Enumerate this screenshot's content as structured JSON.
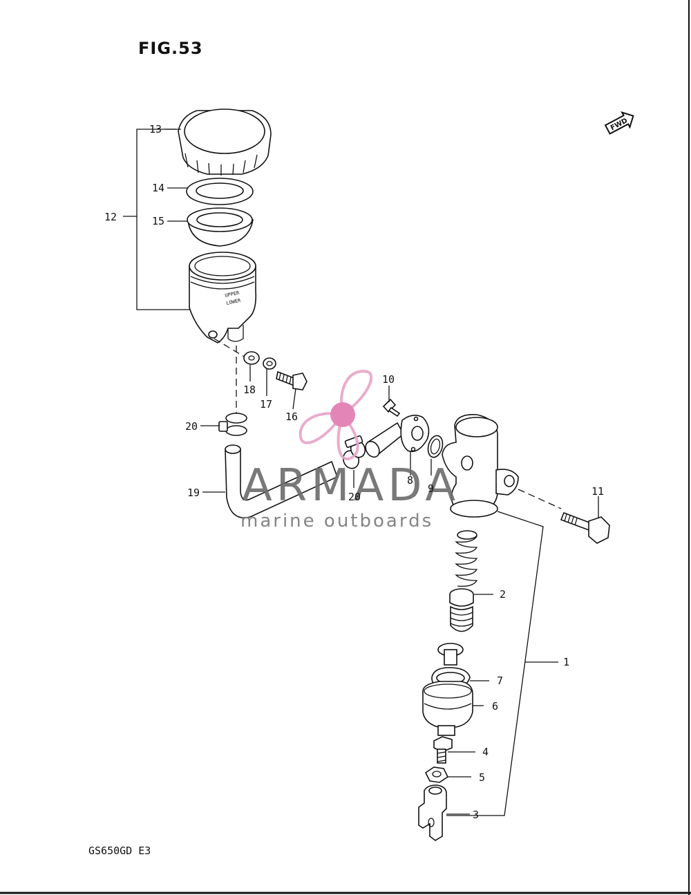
{
  "figure": {
    "title": "FIG.53",
    "model": "GS650GD E3",
    "fwd": "FWD"
  },
  "watermark": {
    "brand": "ARMADA",
    "tagline": "marine outboards"
  },
  "colors": {
    "watermark_pink": "#e8a6c8",
    "watermark_pink_dark": "#e27bb3",
    "ink": "#111111",
    "paper": "#ffffff"
  },
  "callouts": {
    "c1": "1",
    "c2": "2",
    "c3": "3",
    "c4": "4",
    "c5": "5",
    "c6": "6",
    "c7": "7",
    "c8": "8",
    "c9": "9",
    "c10": "10",
    "c11": "11",
    "c12": "12",
    "c13": "13",
    "c14": "14",
    "c15": "15",
    "c16": "16",
    "c17": "17",
    "c18": "18",
    "c19": "19",
    "c20a": "20",
    "c20b": "20"
  }
}
